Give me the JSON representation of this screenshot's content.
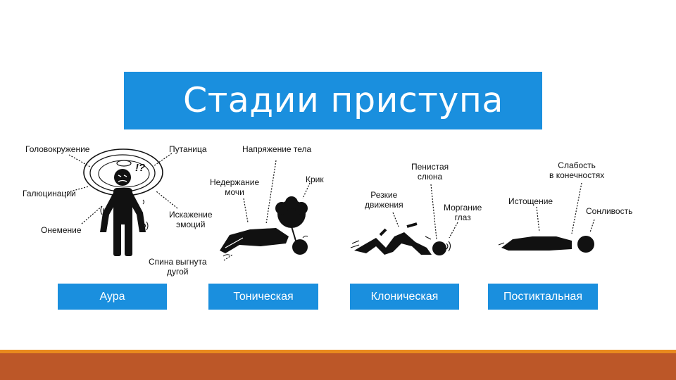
{
  "title": "Стадии приступа",
  "stages": [
    {
      "label": "Аура"
    },
    {
      "label": "Тоническая"
    },
    {
      "label": "Клоническая"
    },
    {
      "label": "Постиктальная"
    }
  ],
  "aura": {
    "dizziness": "Головокружение",
    "confusion": "Путаница",
    "hallucinations": "Галюцинации",
    "numbness": "Онемение",
    "emotion_distortion_1": "Искажение",
    "emotion_distortion_2": "эмоций",
    "thought": "!?"
  },
  "tonic": {
    "body_tension": "Напряжение тела",
    "incontinence_1": "Недержание",
    "incontinence_2": "мочи",
    "scream": "Крик",
    "arched_back_1": "Спина выгнута",
    "arched_back_2": "дугой"
  },
  "clonic": {
    "foam_1": "Пенистая",
    "foam_2": "слюна",
    "jerks_1": "Резкие",
    "jerks_2": "движения",
    "blink_1": "Моргание",
    "blink_2": "глаз"
  },
  "postictal": {
    "weakness_1": "Слабость",
    "weakness_2": "в конечностях",
    "exhaustion": "Истощение",
    "drowsiness": "Сонливость"
  },
  "colors": {
    "accent": "#1a8fde",
    "footer_orange": "#e8891e",
    "footer_rust": "#bc5728",
    "figure": "#111111"
  }
}
